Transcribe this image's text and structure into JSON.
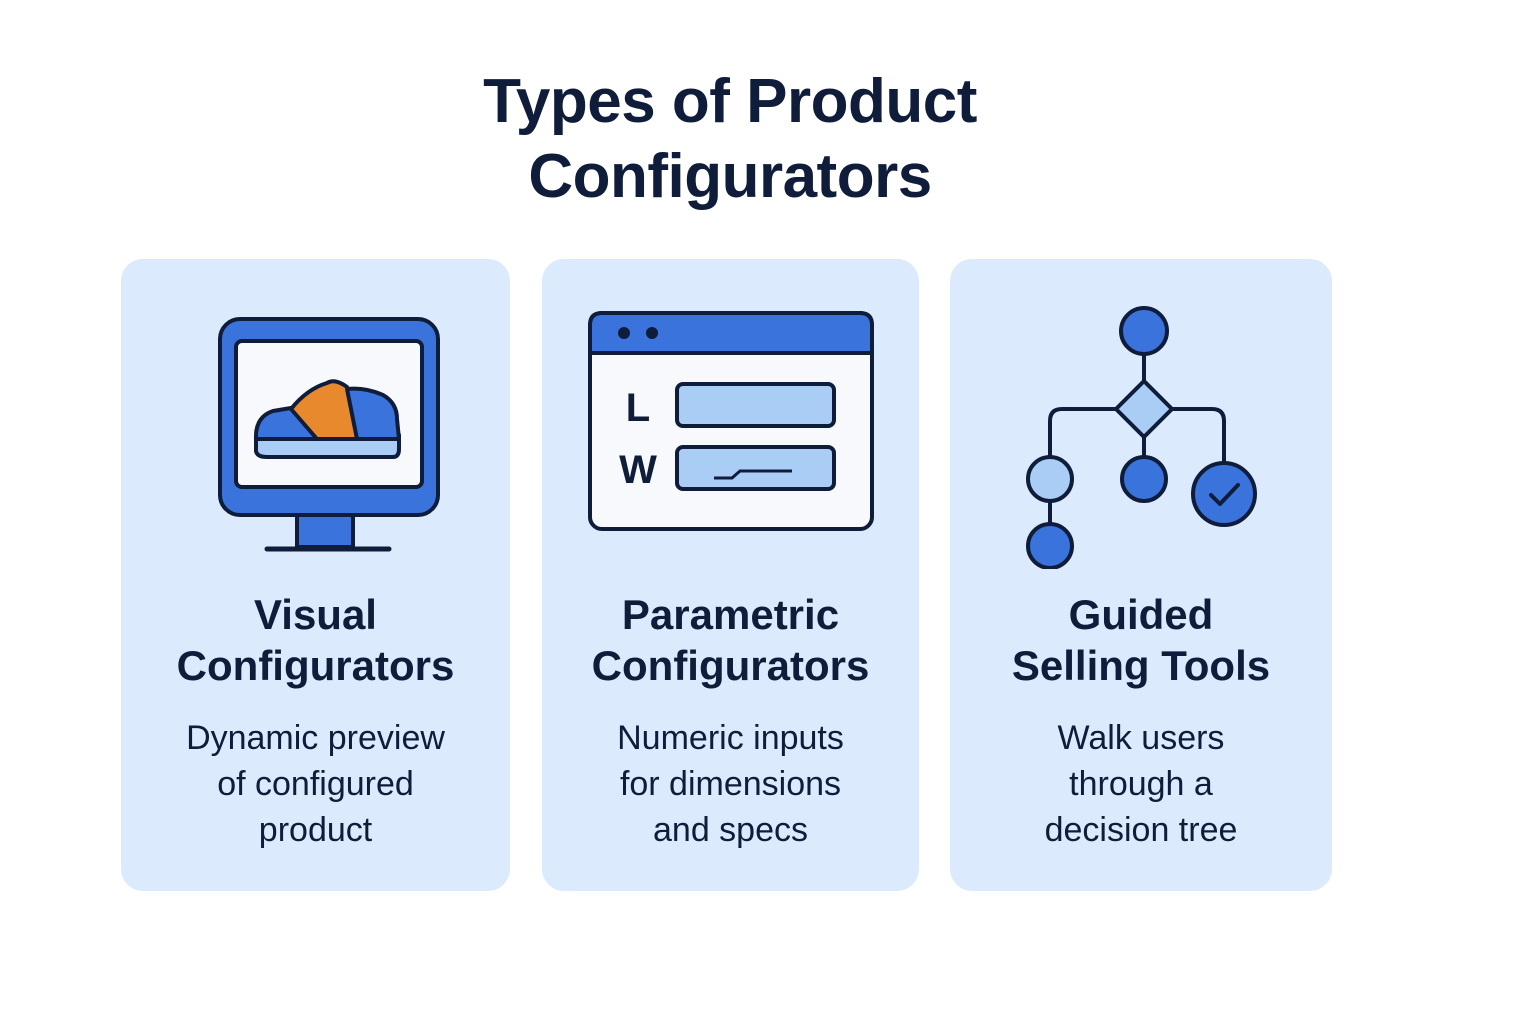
{
  "title": {
    "line1": "Types of Product",
    "line2": "Configurators"
  },
  "colors": {
    "card_background": "#dbeafc",
    "primary_blue": "#3a73dc",
    "light_blue": "#a9cdf5",
    "accent_orange": "#e8892e",
    "outline_navy": "#0f1d3a"
  },
  "cards": [
    {
      "icon": "monitor-shoe-icon",
      "title_line1": "Visual",
      "title_line2": "Configurators",
      "desc_line1": "Dynamic preview",
      "desc_line2": "of configured",
      "desc_line3": "product"
    },
    {
      "icon": "form-window-icon",
      "field_label_1": "L",
      "field_label_2": "W",
      "title_line1": "Parametric",
      "title_line2": "Configurators",
      "desc_line1": "Numeric inputs",
      "desc_line2": "for dimensions",
      "desc_line3": "and specs"
    },
    {
      "icon": "decision-tree-icon",
      "title_line1": "Guided",
      "title_line2": "Selling Tools",
      "desc_line1": "Walk users",
      "desc_line2": "through a",
      "desc_line3": "decision tree"
    }
  ]
}
